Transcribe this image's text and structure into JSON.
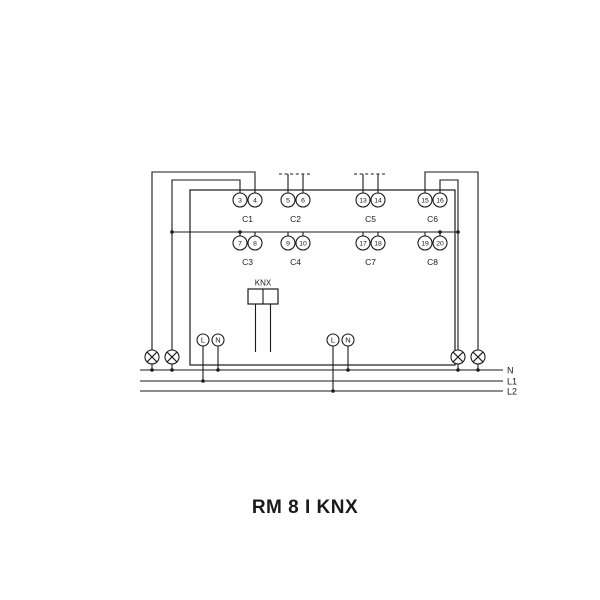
{
  "title": "RM 8 I KNX",
  "device": {
    "knx_label": "KNX",
    "top_channels": [
      {
        "label": "C1",
        "terminals": [
          "3",
          "4"
        ]
      },
      {
        "label": "C2",
        "terminals": [
          "5",
          "6"
        ]
      },
      {
        "label": "C5",
        "terminals": [
          "13",
          "14"
        ]
      },
      {
        "label": "C6",
        "terminals": [
          "15",
          "16"
        ]
      }
    ],
    "bottom_channels": [
      {
        "label": "C3",
        "terminals": [
          "7",
          "8"
        ]
      },
      {
        "label": "C4",
        "terminals": [
          "9",
          "10"
        ]
      },
      {
        "label": "C7",
        "terminals": [
          "17",
          "18"
        ]
      },
      {
        "label": "C8",
        "terminals": [
          "19",
          "20"
        ]
      }
    ],
    "power_terminals_left": {
      "l": "L",
      "n": "N"
    },
    "power_terminals_right": {
      "l": "L",
      "n": "N"
    }
  },
  "bus_labels": {
    "n": "N",
    "l1": "L1",
    "l2": "L2"
  },
  "icons": {
    "lamp": "circle-with-diagonal-cross"
  },
  "colors": {
    "line": "#1a1a1a",
    "background": "#ffffff"
  }
}
